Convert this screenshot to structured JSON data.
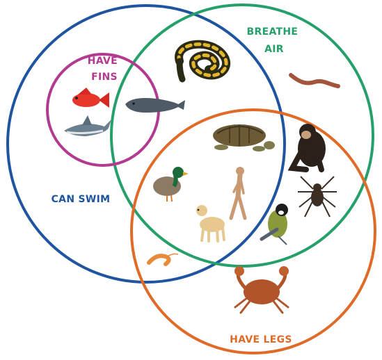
{
  "diagram": {
    "type": "venn",
    "sets": [
      {
        "id": "can-swim",
        "label_lines": [
          "CAN SWIM"
        ],
        "color": "#1f55a0"
      },
      {
        "id": "breathe-air",
        "label_lines": [
          "BREATHE",
          "AIR"
        ],
        "color": "#25a06a"
      },
      {
        "id": "have-fins",
        "label_lines": [
          "HAVE",
          "FINS"
        ],
        "color": "#b23a90"
      },
      {
        "id": "have-legs",
        "label_lines": [
          "HAVE LEGS"
        ],
        "color": "#e06a28"
      }
    ],
    "members": [
      {
        "animal": "goldfish",
        "icon": "fish-icon",
        "sets": [
          "have-fins",
          "can-swim"
        ]
      },
      {
        "animal": "shark",
        "icon": "shark-icon",
        "sets": [
          "have-fins",
          "can-swim"
        ]
      },
      {
        "animal": "whale",
        "icon": "whale-icon",
        "sets": [
          "have-fins",
          "can-swim",
          "breathe-air"
        ]
      },
      {
        "animal": "snake",
        "icon": "snake-icon",
        "sets": [
          "can-swim",
          "breathe-air"
        ]
      },
      {
        "animal": "worm",
        "icon": "worm-icon",
        "sets": [
          "breathe-air"
        ]
      },
      {
        "animal": "turtle",
        "icon": "turtle-icon",
        "sets": [
          "can-swim",
          "breathe-air",
          "have-legs"
        ]
      },
      {
        "animal": "chimpanzee",
        "icon": "chimpanzee-icon",
        "sets": [
          "breathe-air",
          "have-legs"
        ]
      },
      {
        "animal": "duck",
        "icon": "duck-icon",
        "sets": [
          "can-swim",
          "breathe-air",
          "have-legs"
        ]
      },
      {
        "animal": "human",
        "icon": "human-icon",
        "sets": [
          "can-swim",
          "breathe-air",
          "have-legs"
        ]
      },
      {
        "animal": "spider",
        "icon": "spider-icon",
        "sets": [
          "breathe-air",
          "have-legs"
        ]
      },
      {
        "animal": "dog",
        "icon": "dog-icon",
        "sets": [
          "can-swim",
          "breathe-air",
          "have-legs"
        ]
      },
      {
        "animal": "bird",
        "icon": "bird-icon",
        "sets": [
          "breathe-air",
          "have-legs"
        ]
      },
      {
        "animal": "shrimp",
        "icon": "shrimp-icon",
        "sets": [
          "can-swim",
          "have-legs"
        ]
      },
      {
        "animal": "crab",
        "icon": "crab-icon",
        "sets": [
          "have-legs"
        ]
      }
    ]
  }
}
